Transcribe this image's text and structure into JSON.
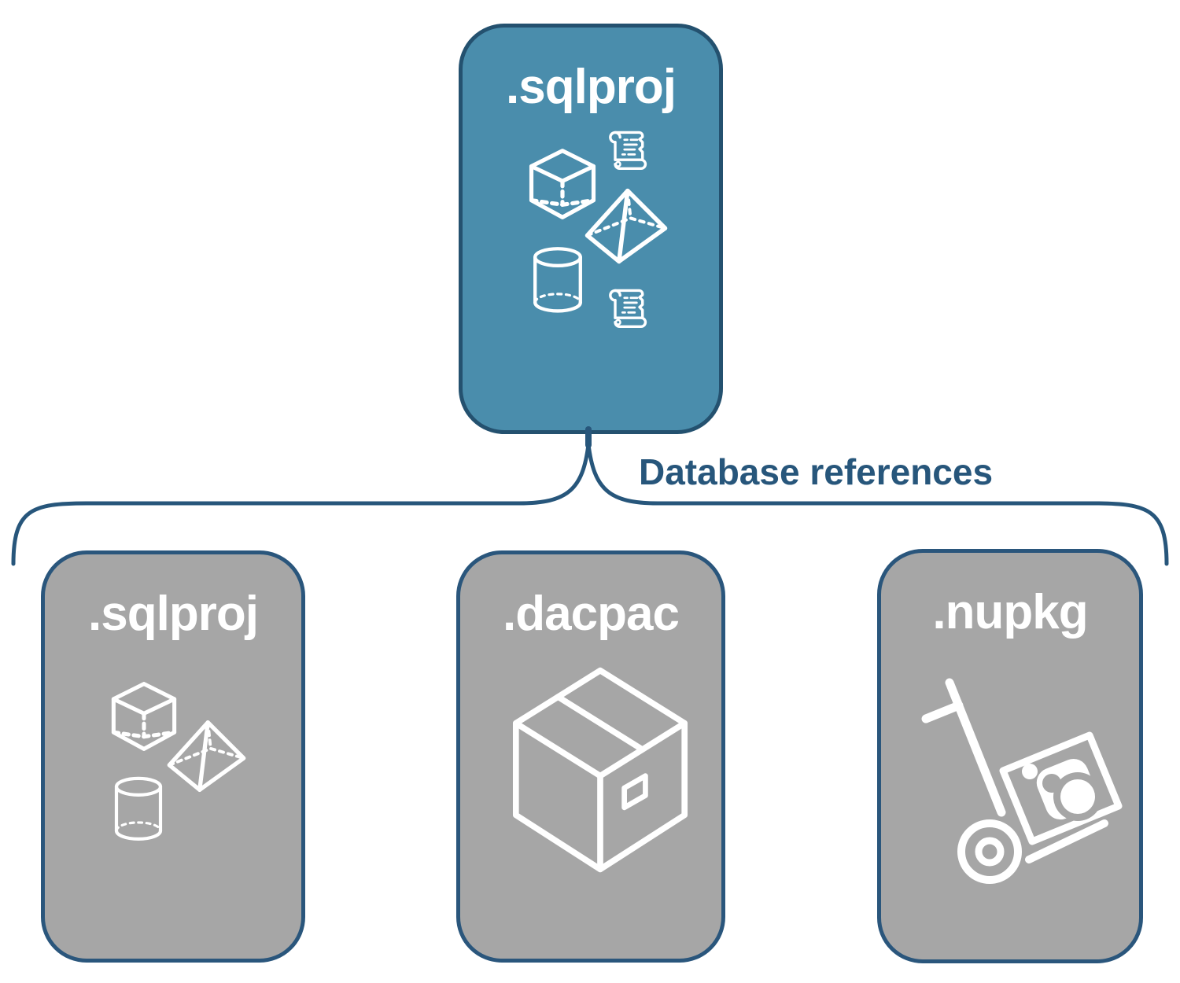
{
  "diagram": {
    "root": {
      "label": ".sqlproj",
      "icons": [
        "cube",
        "script-scroll",
        "pyramid",
        "cylinder",
        "script-scroll"
      ]
    },
    "edge": {
      "label": "Database references"
    },
    "children": [
      {
        "label": ".sqlproj",
        "icons": [
          "cube",
          "pyramid",
          "cylinder"
        ]
      },
      {
        "label": ".dacpac",
        "icons": [
          "package-box"
        ]
      },
      {
        "label": ".nupkg",
        "icons": [
          "nuget-hand-truck"
        ]
      }
    ],
    "colors": {
      "root_fill": "#4a8dac",
      "child_fill": "#a6a6a6",
      "outline_and_text": "#27567b",
      "icon_and_label": "#ffffff"
    }
  }
}
